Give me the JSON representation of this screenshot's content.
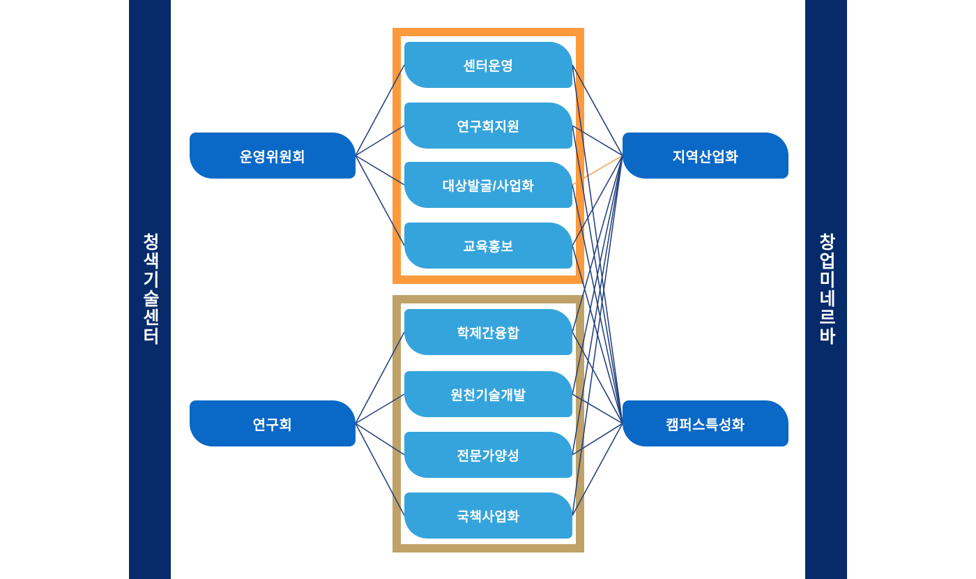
{
  "sidebars": {
    "left": {
      "label": "청색기술센터"
    },
    "right": {
      "label": "창업미네르바"
    }
  },
  "nodes": {
    "steering": {
      "label": "운영위원회"
    },
    "research": {
      "label": "연구회"
    },
    "regional": {
      "label": "지역산업화"
    },
    "campus": {
      "label": "캠퍼스특성화"
    }
  },
  "groups": [
    {
      "frame_color": "#fd9a3c",
      "boxes": [
        {
          "id": "b1",
          "label": "센터운영"
        },
        {
          "id": "b2",
          "label": "연구회지원"
        },
        {
          "id": "b3",
          "label": "대상발굴/사업화"
        },
        {
          "id": "b4",
          "label": "교육홍보"
        }
      ]
    },
    {
      "frame_color": "#bfa268",
      "boxes": [
        {
          "id": "b5",
          "label": "학제간융합"
        },
        {
          "id": "b6",
          "label": "원천기술개발"
        },
        {
          "id": "b7",
          "label": "전문가양성"
        },
        {
          "id": "b8",
          "label": "국책사업화"
        }
      ]
    }
  ],
  "colors": {
    "sidebar_navy": "#062a6a",
    "node_blue": "#0a68c6",
    "box_blue": "#36a4dc",
    "frame_orange": "#fd9a3c",
    "frame_tan": "#bfa268",
    "line_navy": "#27437f",
    "line_orange": "#f9a053"
  },
  "connections": [
    {
      "from": "steering",
      "to": "b1",
      "color": "line_navy"
    },
    {
      "from": "steering",
      "to": "b2",
      "color": "line_navy"
    },
    {
      "from": "steering",
      "to": "b3",
      "color": "line_navy"
    },
    {
      "from": "steering",
      "to": "b4",
      "color": "line_navy"
    },
    {
      "from": "research",
      "to": "b5",
      "color": "line_navy"
    },
    {
      "from": "research",
      "to": "b6",
      "color": "line_navy"
    },
    {
      "from": "research",
      "to": "b7",
      "color": "line_navy"
    },
    {
      "from": "research",
      "to": "b8",
      "color": "line_navy"
    },
    {
      "from": "b1",
      "to": "regional",
      "color": "line_navy"
    },
    {
      "from": "b2",
      "to": "regional",
      "color": "line_navy"
    },
    {
      "from": "b3",
      "to": "regional",
      "color": "line_orange"
    },
    {
      "from": "b4",
      "to": "regional",
      "color": "line_navy"
    },
    {
      "from": "b1",
      "to": "campus",
      "color": "line_navy"
    },
    {
      "from": "b2",
      "to": "campus",
      "color": "line_navy"
    },
    {
      "from": "b3",
      "to": "campus",
      "color": "line_navy"
    },
    {
      "from": "b4",
      "to": "campus",
      "color": "line_navy"
    },
    {
      "from": "b5",
      "to": "regional",
      "color": "line_navy"
    },
    {
      "from": "b6",
      "to": "regional",
      "color": "line_navy"
    },
    {
      "from": "b7",
      "to": "regional",
      "color": "line_navy"
    },
    {
      "from": "b8",
      "to": "regional",
      "color": "line_navy"
    },
    {
      "from": "b5",
      "to": "campus",
      "color": "line_navy"
    },
    {
      "from": "b6",
      "to": "campus",
      "color": "line_navy"
    },
    {
      "from": "b7",
      "to": "campus",
      "color": "line_navy"
    },
    {
      "from": "b8",
      "to": "campus",
      "color": "line_navy"
    }
  ]
}
